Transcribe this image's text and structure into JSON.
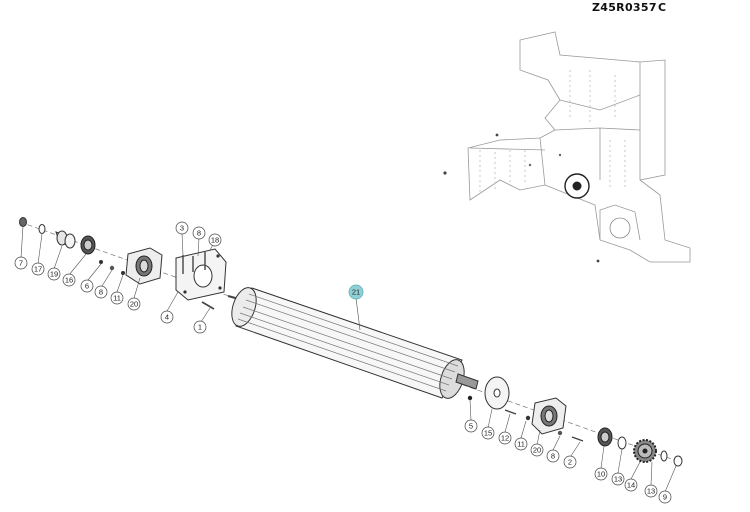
{
  "header": {
    "drawing_code": "Z45R0357",
    "revision": "C"
  },
  "callouts": [
    {
      "label": "7"
    },
    {
      "label": "17"
    },
    {
      "label": "19"
    },
    {
      "label": "16"
    },
    {
      "label": "6"
    },
    {
      "label": "8"
    },
    {
      "label": "11"
    },
    {
      "label": "20"
    },
    {
      "label": "4"
    },
    {
      "label": "1"
    },
    {
      "label": "3"
    },
    {
      "label": "8"
    },
    {
      "label": "18"
    },
    {
      "label": "21"
    },
    {
      "label": "5"
    },
    {
      "label": "15"
    },
    {
      "label": "12"
    },
    {
      "label": "11"
    },
    {
      "label": "20"
    },
    {
      "label": "8"
    },
    {
      "label": "2"
    },
    {
      "label": "10"
    },
    {
      "label": "13"
    },
    {
      "label": "14"
    },
    {
      "label": "13"
    },
    {
      "label": "9"
    }
  ],
  "colors": {
    "callout_highlight": "#8fd0d6",
    "line": "#555555"
  }
}
